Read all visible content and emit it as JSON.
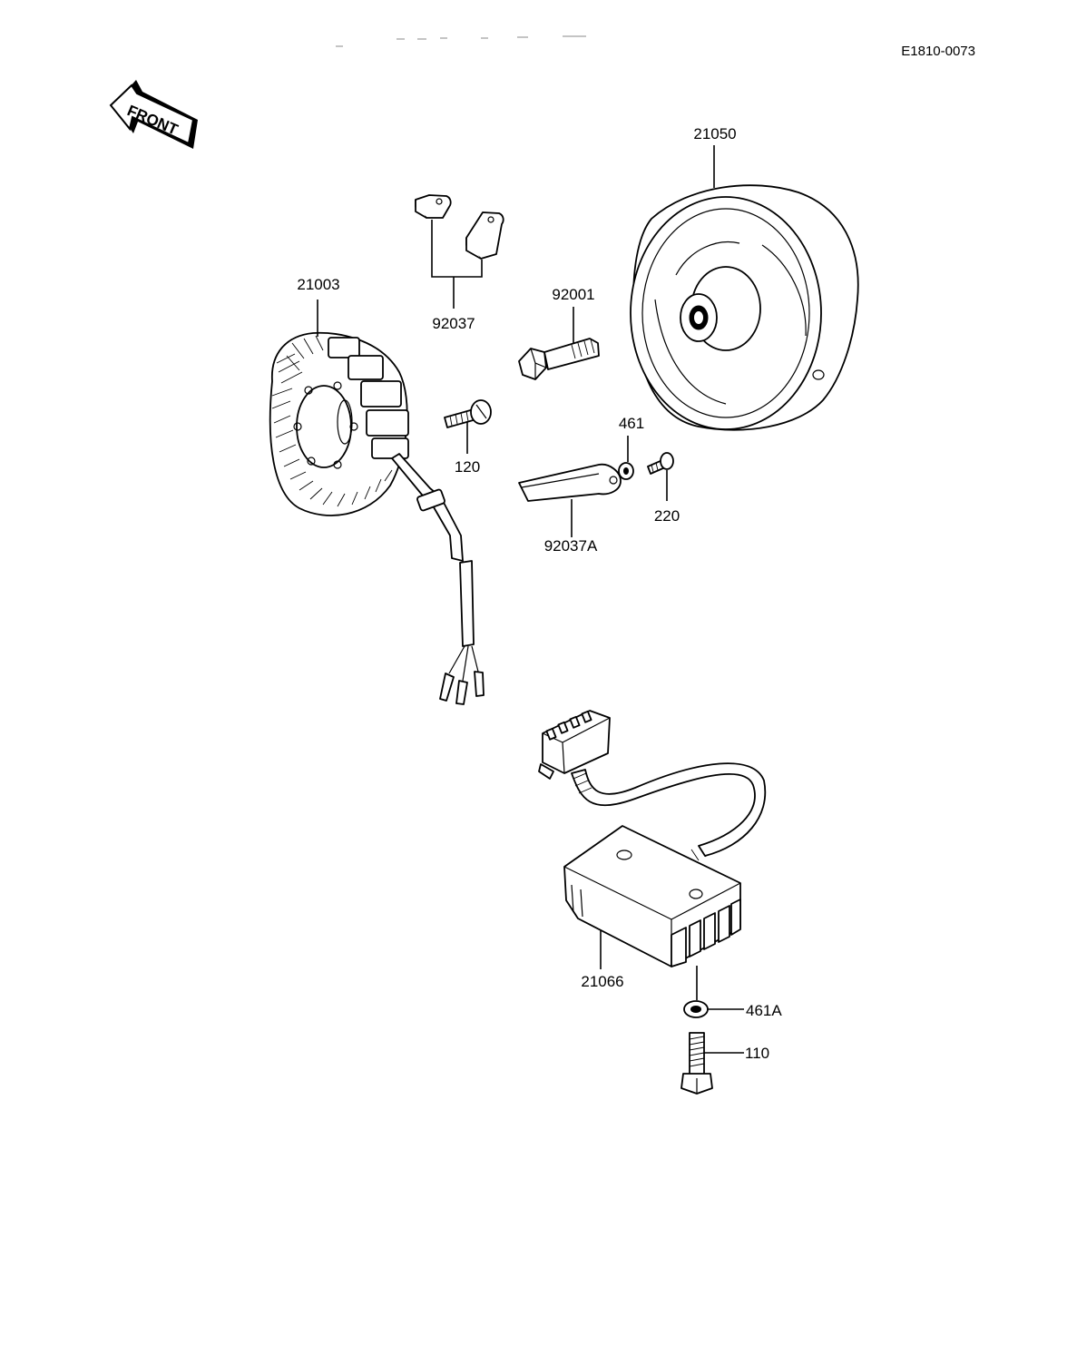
{
  "document_code": "E1810-0073",
  "front_arrow": {
    "label": "FRONT",
    "icon": "front-direction-arrow-icon"
  },
  "parts": {
    "flywheel": "21050",
    "stator": "21003",
    "clamp": "92037",
    "flywheel_bolt": "92001",
    "stator_screw": "120",
    "washer": "461",
    "screw": "220",
    "wire_clamp": "92037A",
    "regulator": "21066",
    "regulator_washer": "461A",
    "regulator_bolt": "110"
  }
}
